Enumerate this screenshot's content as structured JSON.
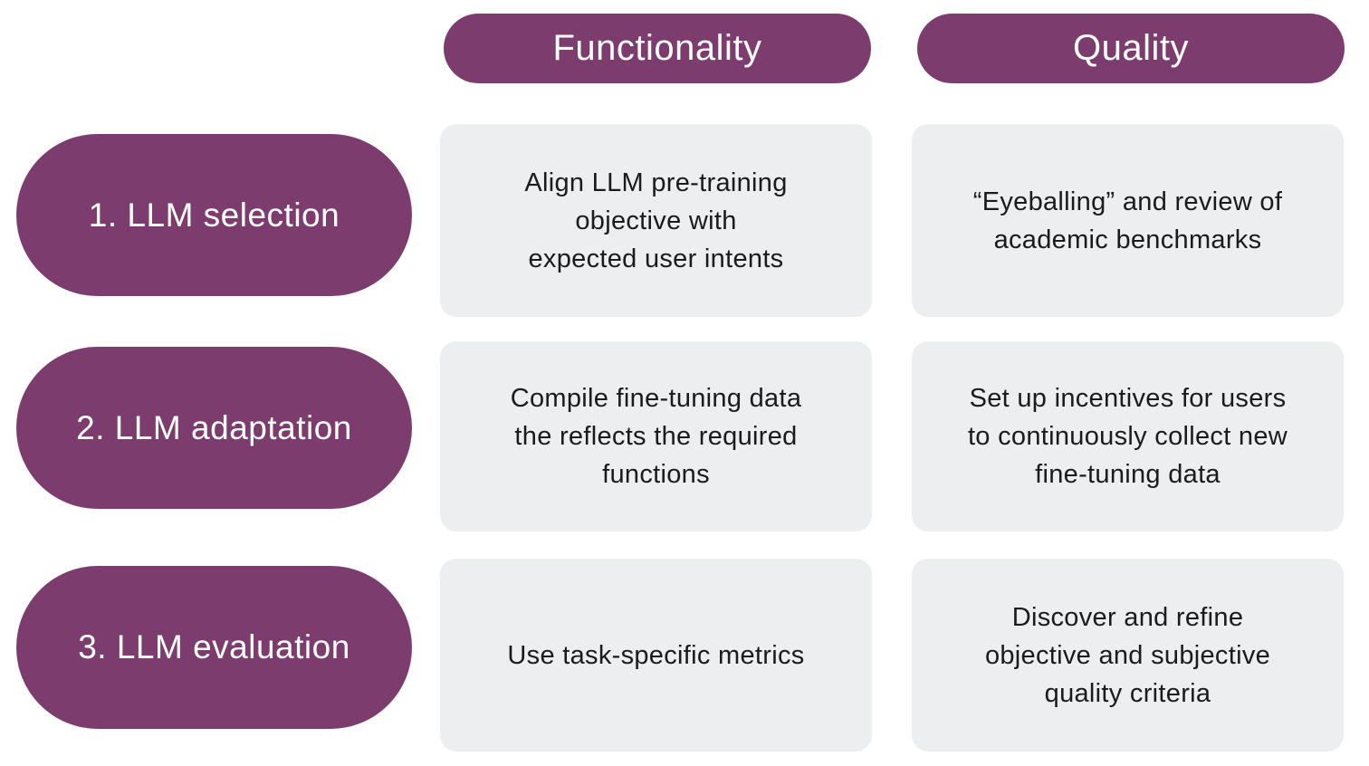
{
  "title": "LLM lifecycle matrix",
  "colors": {
    "purple": "#7D3C6E",
    "cell_background": "#EDEEF0",
    "text_dark": "#1B1B1B",
    "text_light": "#FFFFFF"
  },
  "columns": {
    "functionality": "Functionality",
    "quality": "Quality"
  },
  "rows": [
    {
      "stage": "1. LLM selection",
      "functionality": "Align LLM pre-training\nobjective with\nexpected user intents",
      "quality": "“Eyeballing” and review of\nacademic benchmarks"
    },
    {
      "stage": "2. LLM adaptation",
      "functionality": "Compile fine-tuning data\nthe reflects the required\nfunctions",
      "quality": "Set up incentives for users\nto continuously collect new\nfine-tuning data"
    },
    {
      "stage": "3. LLM evaluation",
      "functionality": "Use task-specific metrics",
      "quality": "Discover and refine\nobjective and subjective\nquality criteria"
    }
  ]
}
